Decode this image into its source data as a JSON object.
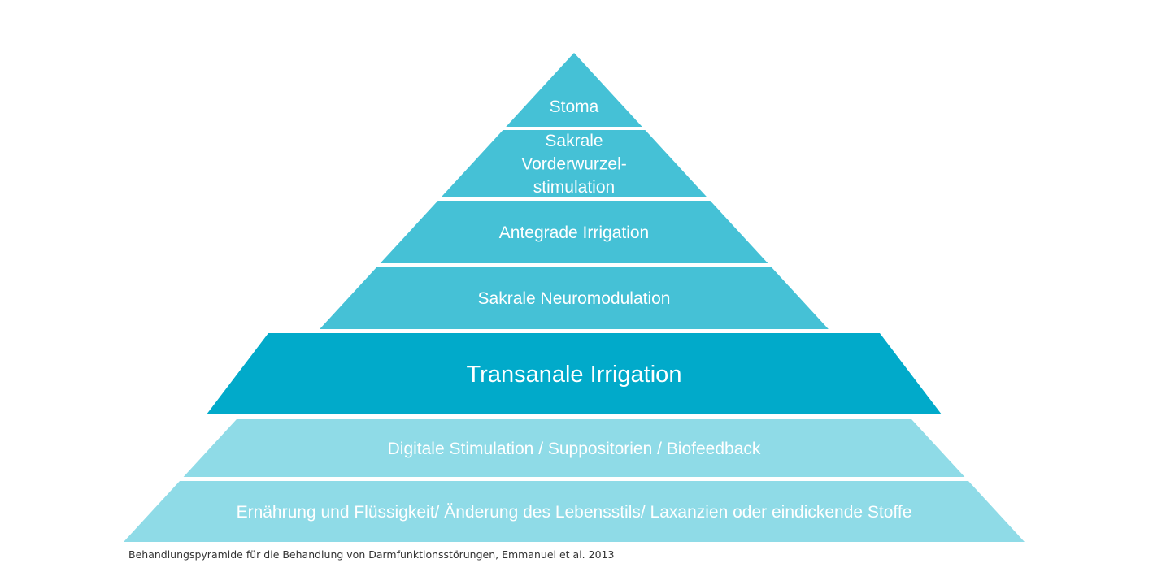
{
  "colors": {
    "background": "#ffffff",
    "text": "#ffffff",
    "caption_text": "#333333"
  },
  "tiers": [
    {
      "lines": [
        "Stoma"
      ],
      "color": "#45c1d6"
    },
    {
      "lines": [
        "Sakrale",
        "Vorderwurzel-",
        "stimulation"
      ],
      "color": "#45c1d6"
    },
    {
      "lines": [
        "Antegrade Irrigation"
      ],
      "color": "#45c1d6"
    },
    {
      "lines": [
        "Sakrale Neuromodulation"
      ],
      "color": "#45c1d6"
    },
    {
      "lines": [
        "Transanale Irrigation"
      ],
      "color": "#01aaca",
      "emphasis": true
    },
    {
      "lines": [
        "Digitale Stimulation / Suppositorien / Biofeedback"
      ],
      "color": "#8fdbe7"
    },
    {
      "lines": [
        "Ernährung und Flüssigkeit/ Änderung des Lebensstils/ Laxanzien oder eindickende Stoffe"
      ],
      "color": "#8fdbe7"
    }
  ],
  "caption": "Behandlungspyramide für die Behandlung von Darmfunktionsstörungen, Emmanuel et al. 2013"
}
